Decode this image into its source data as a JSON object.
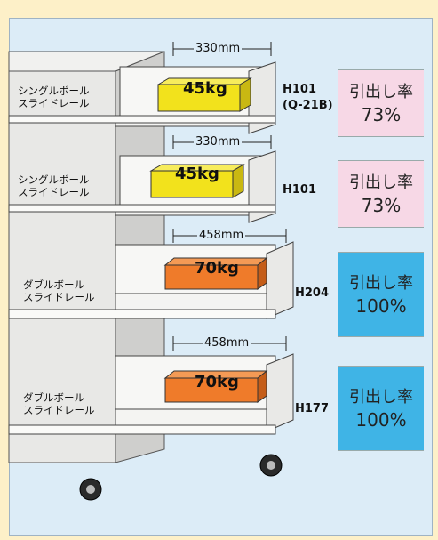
{
  "drawers": [
    {
      "dimension": "330mm",
      "weight": "45kg",
      "rail": [
        "シングルボール",
        "スライドレール"
      ],
      "code": "H101",
      "code_sub": "(Q-21B)",
      "ratio_label": "引出し率",
      "ratio_value": "73%",
      "ratio_color": "#f7d8e6",
      "box_color": "#f2e21c"
    },
    {
      "dimension": "330mm",
      "weight": "45kg",
      "rail": [
        "シングルボール",
        "スライドレール"
      ],
      "code": "H101",
      "code_sub": "",
      "ratio_label": "引出し率",
      "ratio_value": "73%",
      "ratio_color": "#f7d8e6",
      "box_color": "#f2e21c"
    },
    {
      "dimension": "458mm",
      "weight": "70kg",
      "rail": [
        "ダブルボール",
        "スライドレール"
      ],
      "code": "H204",
      "code_sub": "",
      "ratio_label": "引出し率",
      "ratio_value": "100%",
      "ratio_color": "#3fb4e6",
      "box_color": "#ef7b2a"
    },
    {
      "dimension": "458mm",
      "weight": "70kg",
      "rail": [
        "ダブルボール",
        "スライドレール"
      ],
      "code": "H177",
      "code_sub": "",
      "ratio_label": "引出し率",
      "ratio_value": "100%",
      "ratio_color": "#3fb4e6",
      "box_color": "#ef7b2a"
    }
  ],
  "colors": {
    "background": "#fdf0c8",
    "panel": "#dcecf7",
    "cabinet": "#e6e6e4",
    "outline": "#333333"
  }
}
